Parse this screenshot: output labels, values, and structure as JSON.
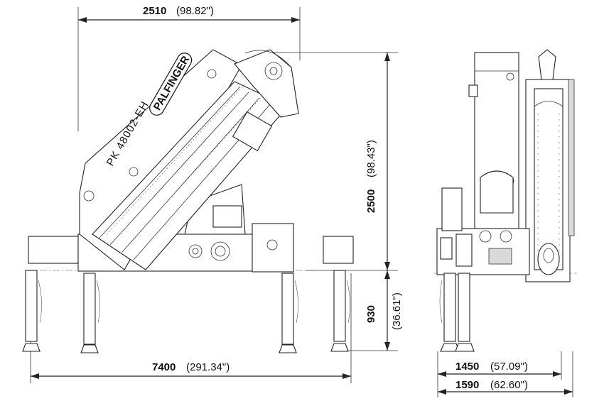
{
  "dimensions": {
    "top_width": {
      "value": "2510",
      "imperial": "(98.82\")"
    },
    "height_upper": {
      "value": "2500",
      "imperial": "(98.43\")"
    },
    "height_lower": {
      "value": "930",
      "imperial": "(36.61\")"
    },
    "outrigger_span": {
      "value": "7400",
      "imperial": "(291.34\")"
    },
    "rear_width_inner": {
      "value": "1450",
      "imperial": "(57.09\")"
    },
    "rear_width_outer": {
      "value": "1590",
      "imperial": "(62.60\")"
    }
  },
  "crane": {
    "model": "PK 48002-EH",
    "brand": "PALFINGER"
  }
}
